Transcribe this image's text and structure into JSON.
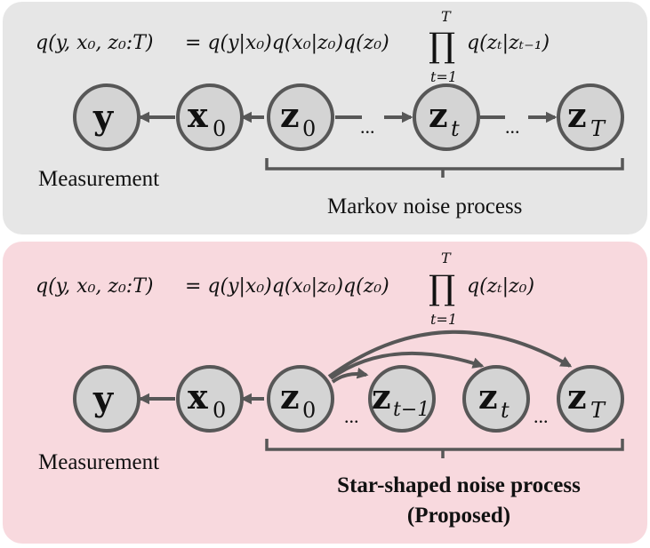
{
  "top_panel": {
    "equation": {
      "lhs": "q(y, x₀, z₀:T)",
      "rhs": "= q(y|x₀)q(x₀|z₀)q(z₀)",
      "product_symbol": "∏",
      "product_upper": "T",
      "product_lower": "t=1",
      "product_term": "q(zₜ|zₜ₋₁)"
    },
    "nodes": {
      "y": "y",
      "x0": "x",
      "x0_sub": "0",
      "z0": "z",
      "z0_sub": "0",
      "zt": "z",
      "zt_sub": "t",
      "zT": "z",
      "zT_sub": "T"
    },
    "ellipsis": "...",
    "measurement_label": "Measurement",
    "process_label": "Markov noise process"
  },
  "bottom_panel": {
    "equation": {
      "lhs": "q(y, x₀, z₀:T)",
      "rhs": "= q(y|x₀)q(x₀|z₀)q(z₀)",
      "product_symbol": "∏",
      "product_upper": "T",
      "product_lower": "t=1",
      "product_term": "q(zₜ|z₀)"
    },
    "nodes": {
      "y": "y",
      "x0": "x",
      "x0_sub": "0",
      "z0": "z",
      "z0_sub": "0",
      "zt1": "z",
      "zt1_sub": "t−1",
      "zt": "z",
      "zt_sub": "t",
      "zT": "z",
      "zT_sub": "T"
    },
    "ellipsis": "...",
    "measurement_label": "Measurement",
    "process_label_line1": "Star-shaped noise process",
    "process_label_line2": "(Proposed)"
  },
  "colors": {
    "top_background": "#e6e6e6",
    "bottom_background": "#f8d9de",
    "node_fill": "#d4d4d4",
    "node_stroke": "#575757"
  }
}
